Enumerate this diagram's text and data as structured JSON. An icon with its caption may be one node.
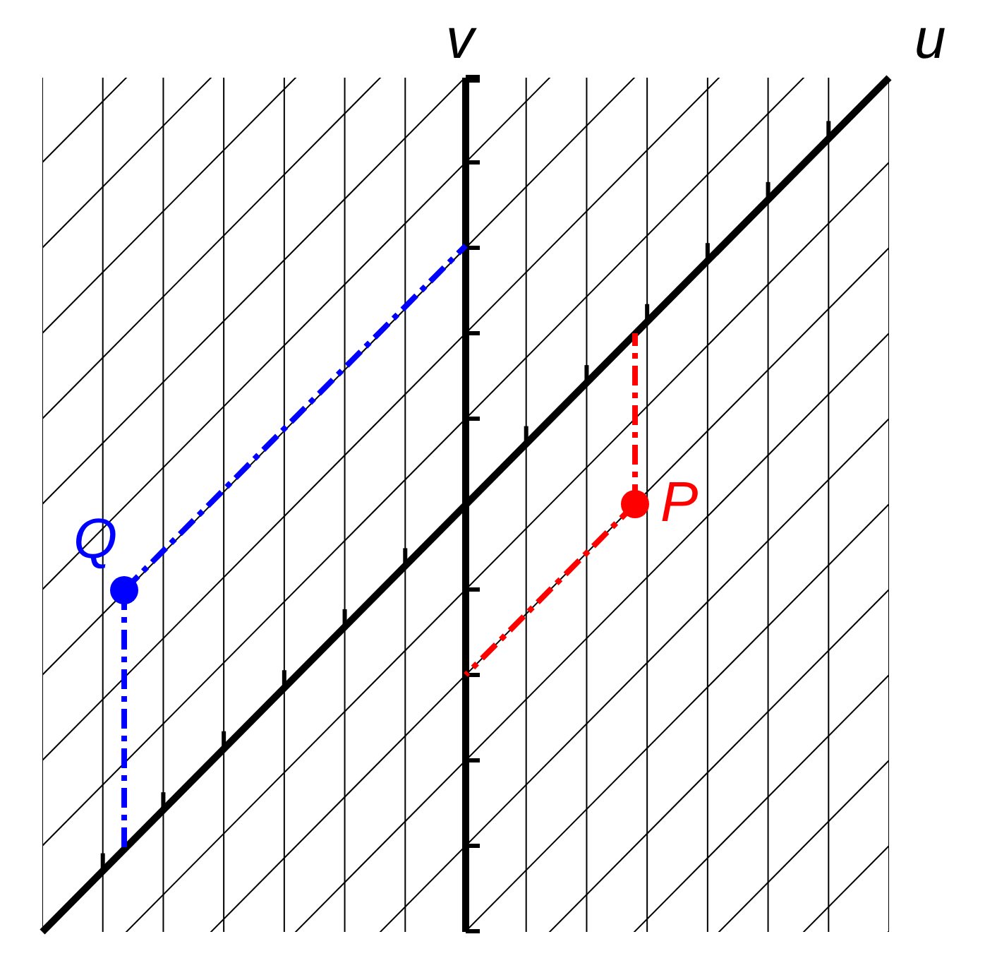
{
  "diagram": {
    "labels": [
      "v",
      "u",
      "Q",
      "P"
    ]
  }
}
